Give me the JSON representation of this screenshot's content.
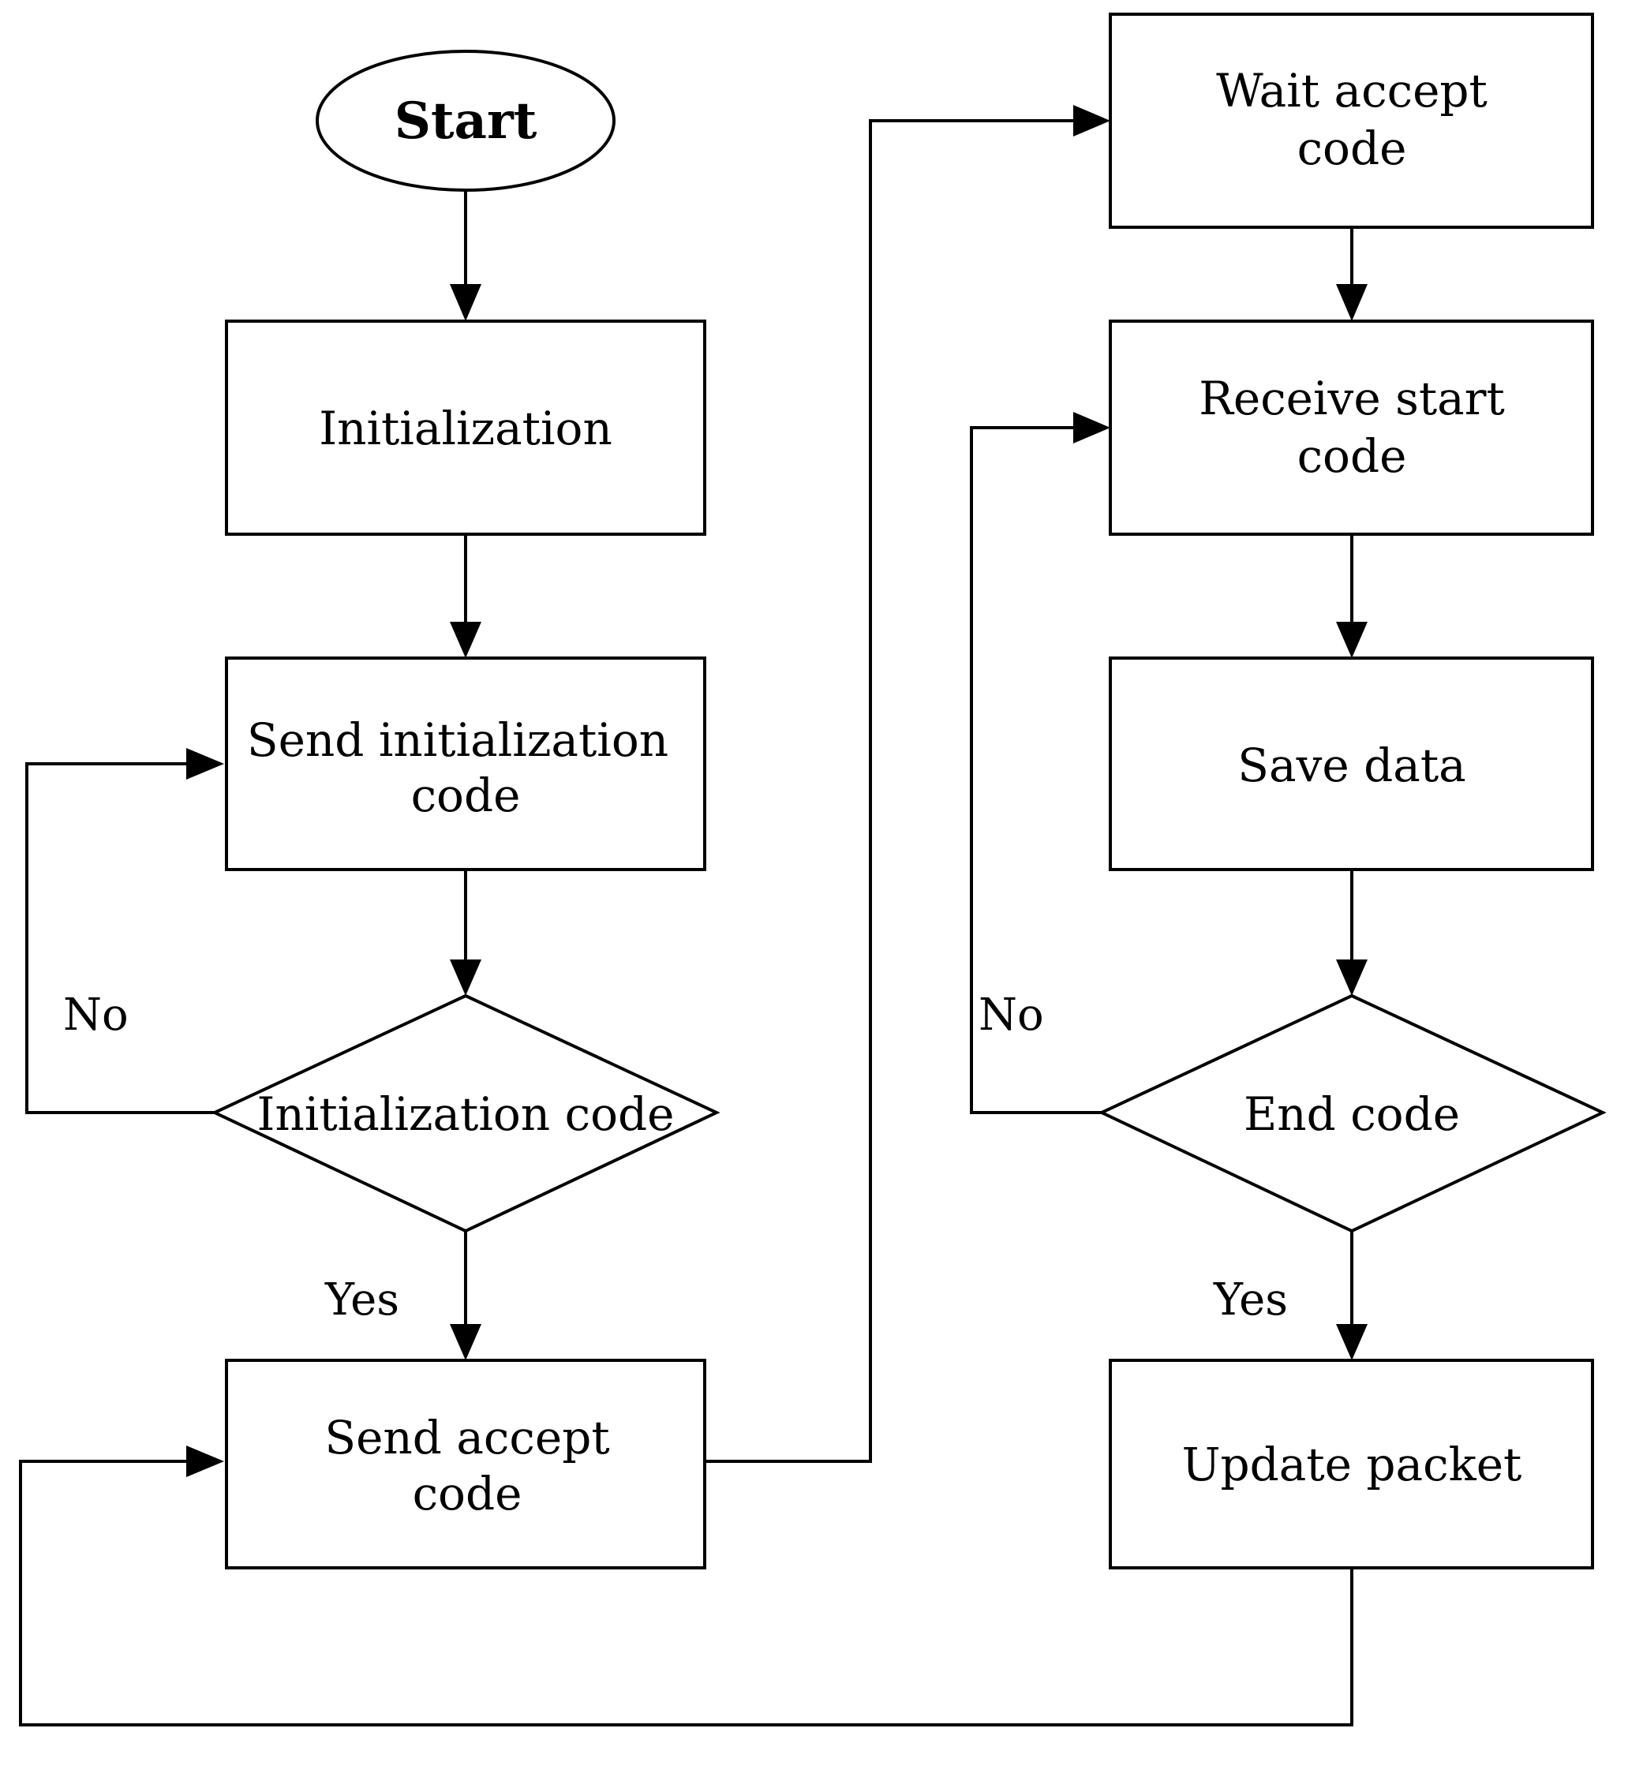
{
  "nodes": {
    "start": "Start",
    "initialization": "Initialization",
    "send_init_code": [
      "Send initialization",
      "code"
    ],
    "init_code_decision": "Initialization code",
    "send_accept_code": [
      "Send accept",
      "code"
    ],
    "wait_accept_code": [
      "Wait accept",
      "code"
    ],
    "receive_start_code": [
      "Receive start",
      "code"
    ],
    "save_data": "Save data",
    "end_code_decision": "End code",
    "update_packet": "Update packet"
  },
  "edges": {
    "init_no": "No",
    "init_yes": "Yes",
    "end_no": "No",
    "end_yes": "Yes"
  },
  "colors": {
    "stroke": "#000000",
    "fill": "#ffffff"
  }
}
